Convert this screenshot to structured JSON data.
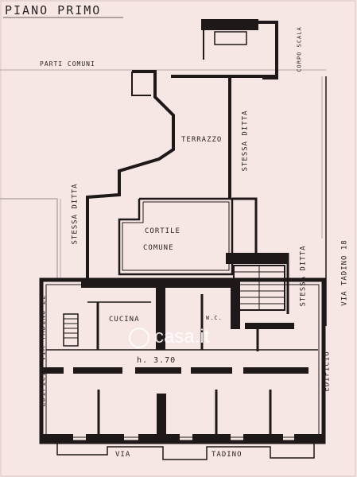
{
  "plan": {
    "title": "PIANO PRIMO",
    "parti_comuni": "PARTI COMUNI",
    "terrazzo": "TERRAZZO",
    "cortile": "CORTILE",
    "comune": "COMUNE",
    "cucina": "CUCINA",
    "wc": "W.C.",
    "height": "h. 3.70",
    "stessa_ditta_1": "STESSA DITTA",
    "stessa_ditta_2": "STESSA DITTA",
    "stessa_ditta_3": "STESSA DITTA",
    "via": "VIA",
    "tadino": "TADINO",
    "via_tadino_18": "VIA TADINO 18",
    "edificio_via_tadino_22": "EDIFICIO VIA TADINO 22",
    "edificio": "EDIFICIO",
    "corpo_scala": "CORPO SCALA",
    "watermark": "casa.it",
    "colors": {
      "paper": "#f6e7e5",
      "ink": "#1e1818"
    }
  }
}
